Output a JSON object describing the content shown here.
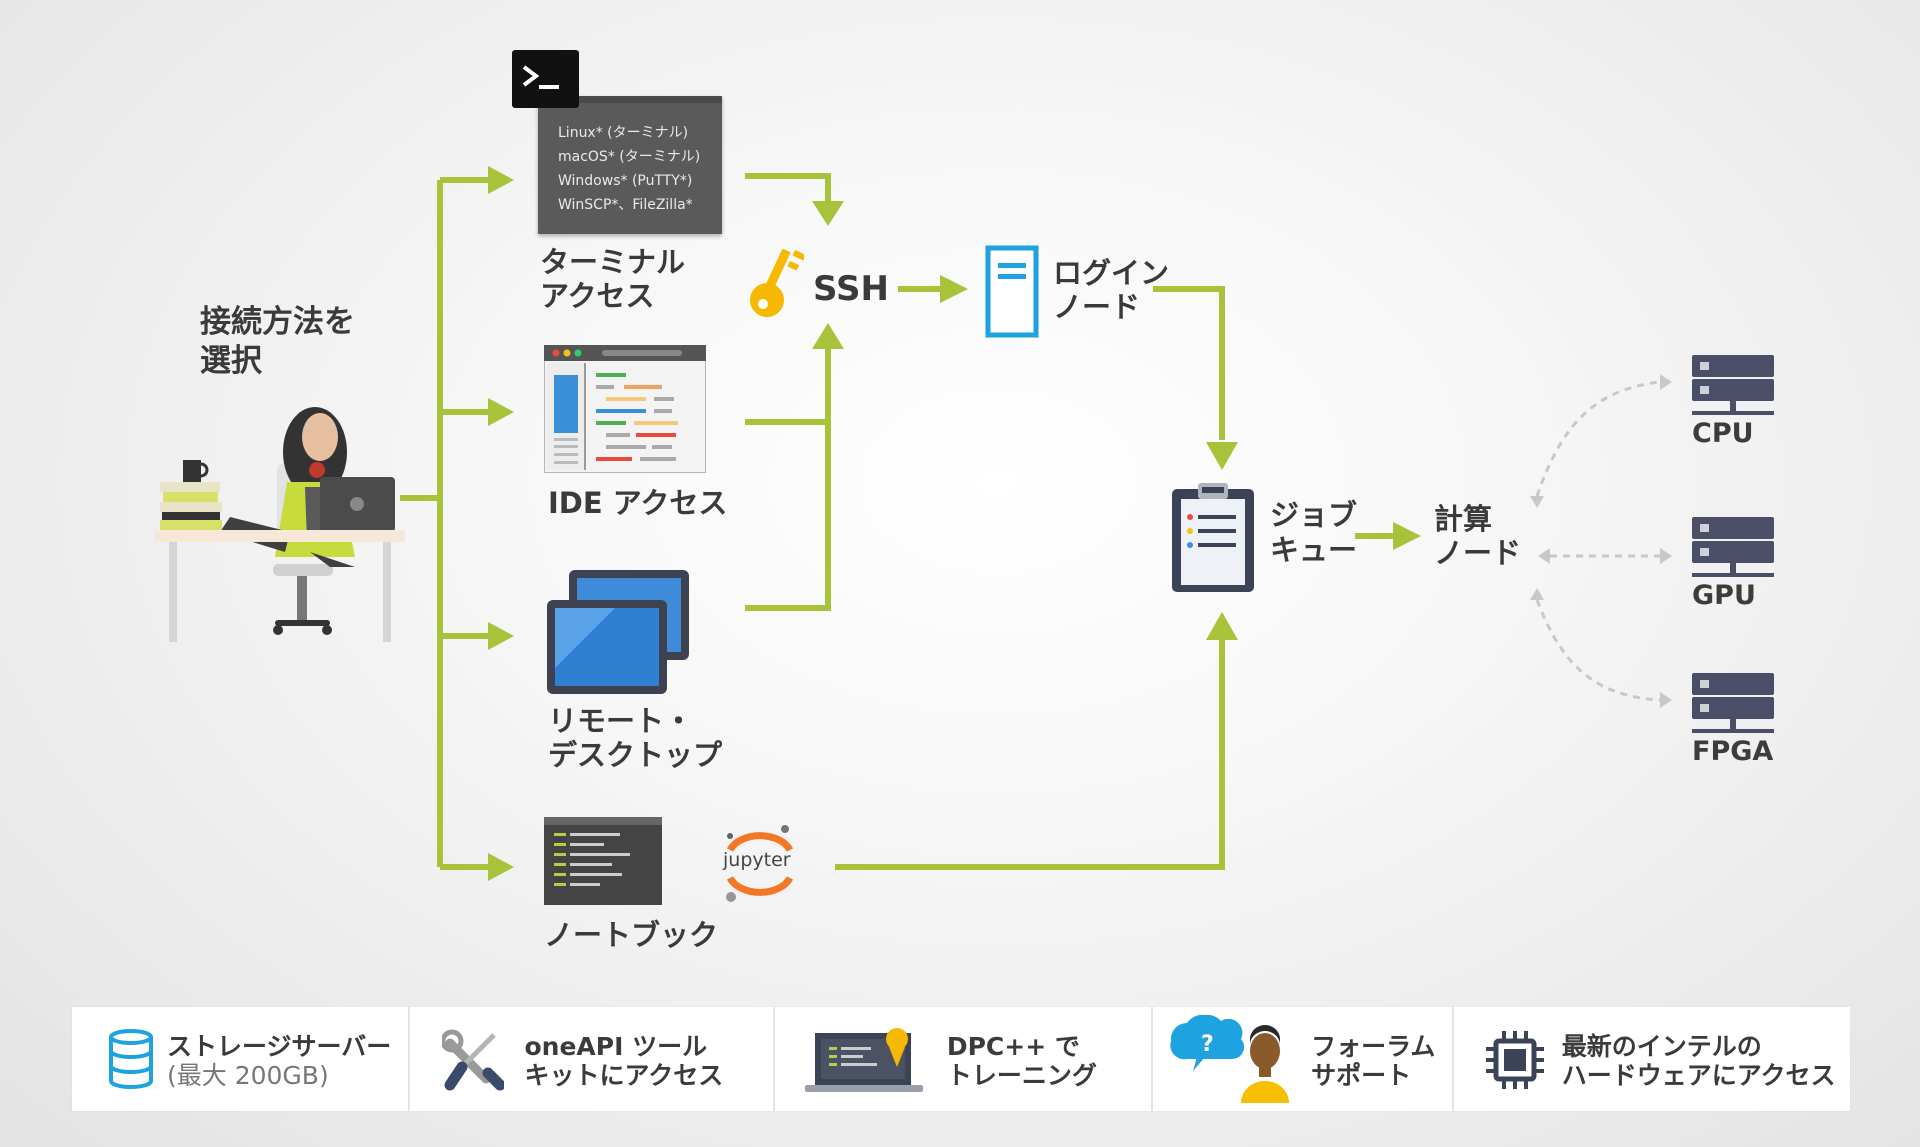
{
  "heading": {
    "line1": "接続方法を",
    "line2": "選択"
  },
  "terminal": {
    "lines": [
      "Linux* (ターミナル)",
      "macOS* (ターミナル)",
      "Windows* (PuTTY*)",
      "WinSCP*、FileZilla*"
    ],
    "label_line1": "ターミナル",
    "label_line2": "アクセス"
  },
  "ide": {
    "label": "IDE アクセス"
  },
  "remote": {
    "label_line1": "リモート・",
    "label_line2": "デスクトップ"
  },
  "notebook": {
    "label": "ノートブック",
    "jupyter_text": "jupyter"
  },
  "ssh": {
    "label": "SSH"
  },
  "login": {
    "label_line1": "ログイン",
    "label_line2": "ノード"
  },
  "queue": {
    "label_line1": "ジョブ",
    "label_line2": "キュー"
  },
  "compute": {
    "label_line1": "計算",
    "label_line2": "ノード"
  },
  "hardware": {
    "cpu": "CPU",
    "gpu": "GPU",
    "fpga": "FPGA"
  },
  "legend": {
    "storage_line1": "ストレージサーバー",
    "storage_line2": "(最大 200GB)",
    "tools_line1": "oneAPI ツール",
    "tools_line2": "キットにアクセス",
    "training_line1": "DPC++ で",
    "training_line2": "トレーニング",
    "forum_line1": "フォーラム",
    "forum_line2": "サポート",
    "hw_line1": "最新のインテルの",
    "hw_line2": "ハードウェアにアクセス"
  },
  "colors": {
    "accent_green": "#a8c23a",
    "blue": "#1fa2e0",
    "dark_icon": "#444a5c",
    "dashed_gray": "#c8c8c8"
  }
}
